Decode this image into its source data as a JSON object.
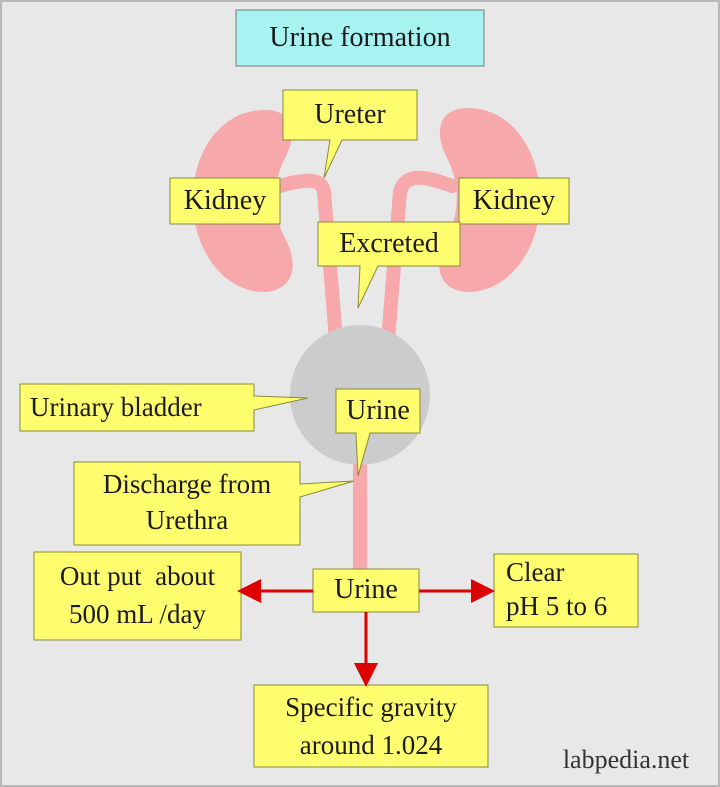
{
  "title": "Urine formation",
  "labels": {
    "ureter": "Ureter",
    "kidney_left": "Kidney",
    "kidney_right": "Kidney",
    "excreted": "Excreted",
    "urinary_bladder": "Urinary bladder",
    "urine_in_bladder": "Urine",
    "discharge_line1": "Discharge from",
    "discharge_line2": "Urethra",
    "urine_center": "Urine",
    "output_line1": "Out put  about",
    "output_line2": "500 mL /day",
    "clear_line1": "Clear",
    "clear_line2": "pH 5 to 6",
    "sg_line1": "Specific gravity",
    "sg_line2": "around 1.024"
  },
  "watermark": "labpedia.net",
  "colors": {
    "background": "#e8e8e8",
    "title_box": "#a6f3f2",
    "callout": "#fefe6e",
    "kidney": "#f6a8aa",
    "bladder": "#cccccc",
    "arrow": "#dd0000"
  }
}
